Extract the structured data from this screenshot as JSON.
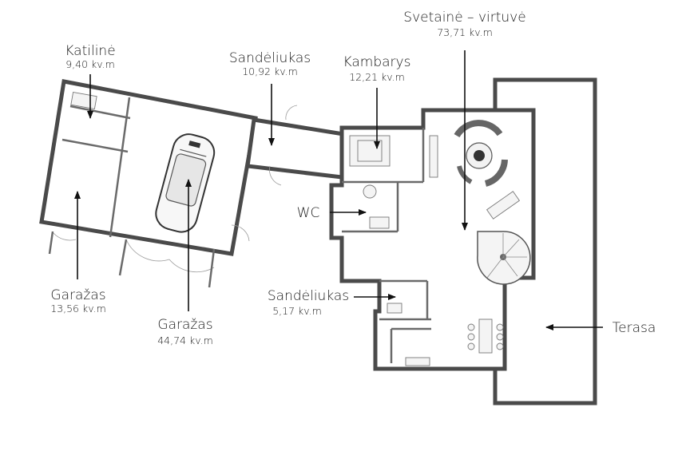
{
  "rooms": {
    "katiline": {
      "name": "Katilinė",
      "area": "9,40 kv.m"
    },
    "sandeliukas1": {
      "name": "Sandėliukas",
      "area": "10,92 kv.m"
    },
    "kambarys": {
      "name": "Kambarys",
      "area": "12,21 kv.m"
    },
    "svetaine": {
      "name": "Svetainė – virtuvė",
      "area": "73,71 kv.m"
    },
    "wc": {
      "name": "WC"
    },
    "garazas_small": {
      "name": "Garažas",
      "area": "13,56 kv.m"
    },
    "garazas_big": {
      "name": "Garažas",
      "area": "44,74 kv.m"
    },
    "sandeliukas2": {
      "name": "Sandėliukas",
      "area": "5,17 kv.m"
    },
    "terasa": {
      "name": "Terasa"
    }
  },
  "colors": {
    "wall": "#4a4a4a",
    "text": "#1a1a1a",
    "background": "#ffffff"
  }
}
